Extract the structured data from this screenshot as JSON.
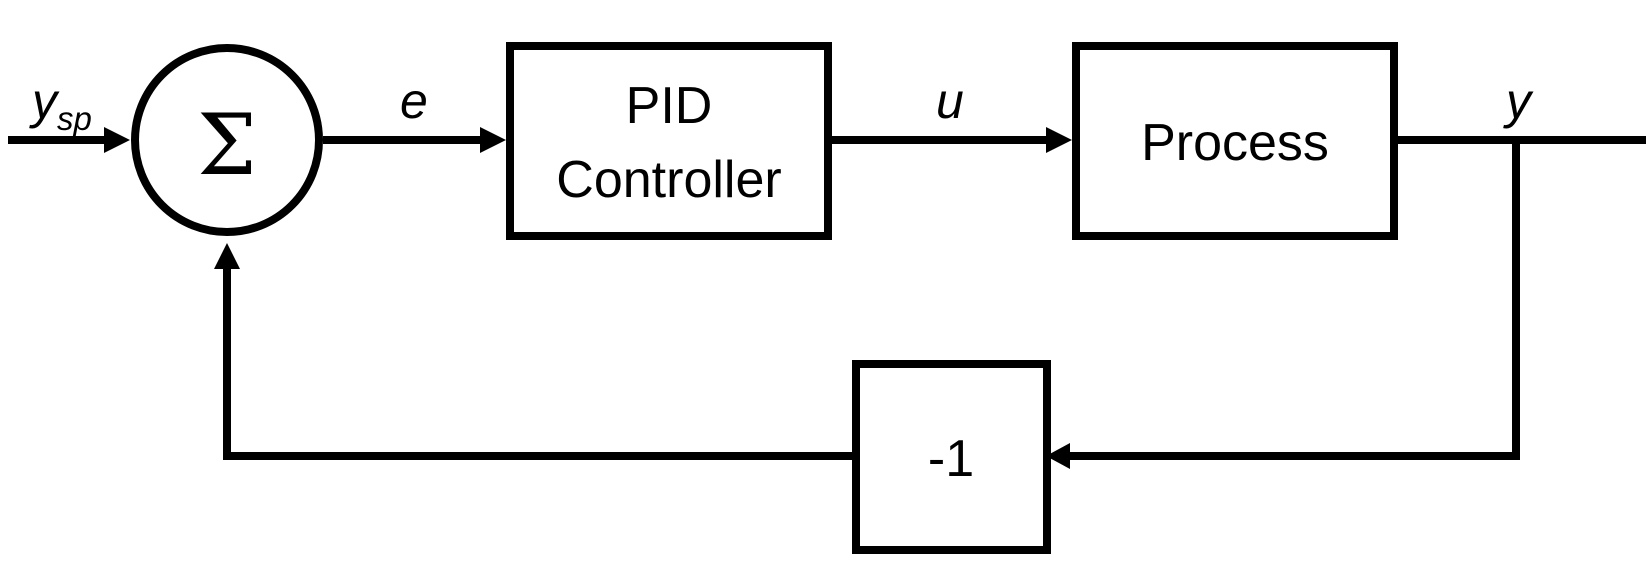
{
  "colors": {
    "stroke": "#000000",
    "background": "#ffffff"
  },
  "summing_junction": {
    "symbol": "Σ"
  },
  "blocks": {
    "controller": {
      "line1": "PID",
      "line2": "Controller"
    },
    "process": {
      "label": "Process"
    },
    "feedback_gain": {
      "label": "-1"
    }
  },
  "signals": {
    "setpoint": {
      "main": "y",
      "subscript": "sp"
    },
    "error": "e",
    "control": "u",
    "output": "y"
  }
}
